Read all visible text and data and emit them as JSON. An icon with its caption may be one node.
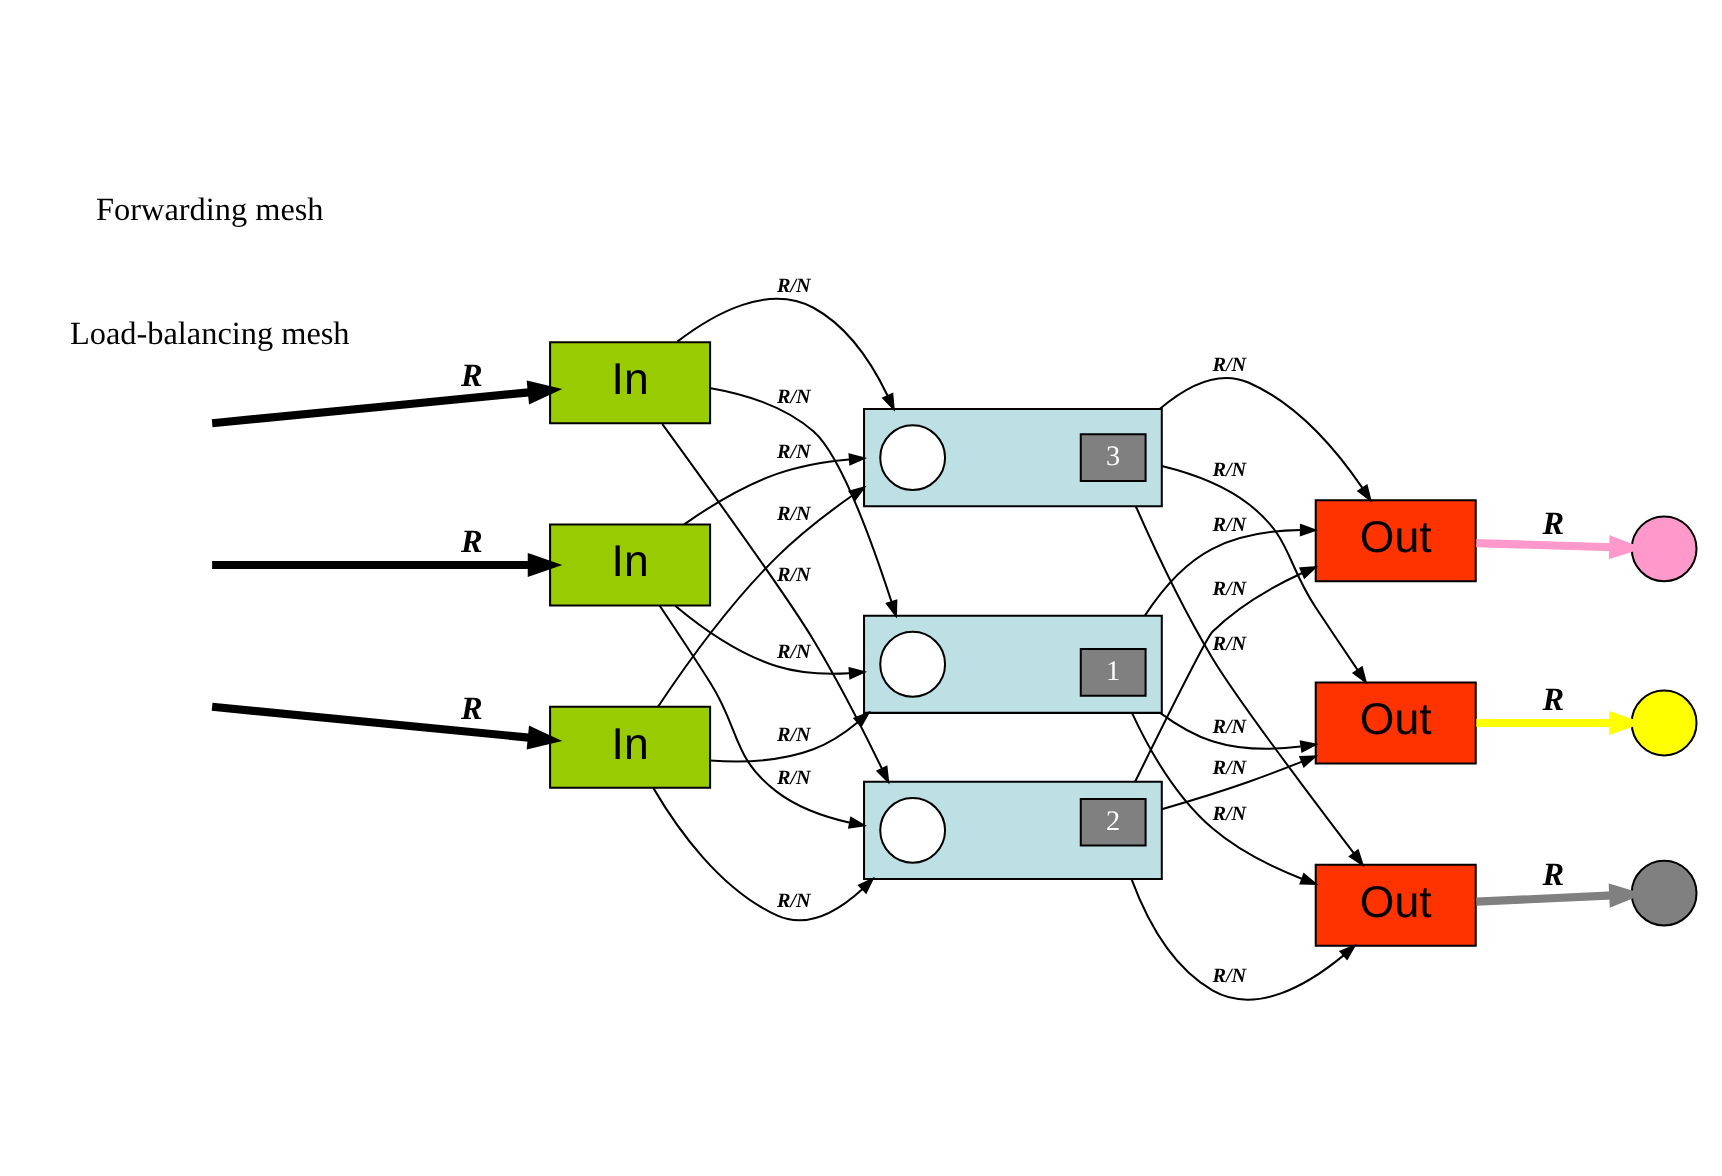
{
  "diagram": {
    "nodes": [
      {
        "text": [
          "In"
        ]
      },
      {
        "text": [],
        "shape": "box"
      },
      {
        "text": [],
        "shape": "circle",
        "in": 1
      },
      {
        "text": [
          "1"
        ],
        "in": 1
      },
      {
        "text": [
          "Out"
        ]
      },
      {
        "text": [],
        "shape": "circle"
      },
      {
        "text": [
          "In"
        ]
      },
      {
        "text": [],
        "shape": "box"
      },
      {
        "text": [],
        "shape": "circle",
        "in": 7
      },
      {
        "text": [
          "2"
        ],
        "in": 7
      },
      {
        "text": [
          "Out"
        ]
      },
      {
        "text": [],
        "shape": "circle"
      },
      {
        "text": [
          "In"
        ]
      },
      {
        "text": [],
        "shape": "box"
      },
      {
        "text": [],
        "shape": "circle",
        "in": 13
      },
      {
        "text": [
          "3"
        ],
        "in": 13
      },
      {
        "text": [
          "Out"
        ]
      },
      {
        "text": [],
        "shape": "circle"
      }
    ],
    "edges": [
      {
        "from": null,
        "to": 0,
        "arrow": "to",
        "label": "R",
        "style": "thick"
      },
      {
        "from": null,
        "to": 6,
        "arrow": "to",
        "label": "R",
        "style": "thick"
      },
      {
        "from": null,
        "to": 12,
        "arrow": "to",
        "label": "R",
        "style": "thick"
      },
      {
        "from": 0,
        "to": 1,
        "arrow": "to",
        "label": "R/N"
      },
      {
        "from": 0,
        "to": 7,
        "arrow": "to",
        "label": "R/N"
      },
      {
        "from": 0,
        "to": 13,
        "arrow": "to",
        "label": "R/N"
      },
      {
        "from": 6,
        "to": 1,
        "arrow": "to",
        "label": "R/N"
      },
      {
        "from": 6,
        "to": 7,
        "arrow": "to",
        "label": "R/N"
      },
      {
        "from": 6,
        "to": 13,
        "arrow": "to",
        "label": "R/N"
      },
      {
        "from": 12,
        "to": 1,
        "arrow": "to",
        "label": "R/N"
      },
      {
        "from": 12,
        "to": 7,
        "arrow": "to",
        "label": "R/N"
      },
      {
        "from": 12,
        "to": 13,
        "arrow": "to",
        "label": "R/N"
      },
      {
        "from": 1,
        "to": 4,
        "arrow": "to",
        "label": "R/N"
      },
      {
        "from": 1,
        "to": 10,
        "arrow": "to",
        "label": "R/N"
      },
      {
        "from": 1,
        "to": 16,
        "arrow": "to",
        "label": "R/N"
      },
      {
        "from": 7,
        "to": 4,
        "arrow": "to",
        "label": "R/N"
      },
      {
        "from": 7,
        "to": 10,
        "arrow": "to",
        "label": "R/N"
      },
      {
        "from": 7,
        "to": 16,
        "arrow": "to",
        "label": "R/N"
      },
      {
        "from": 13,
        "to": 4,
        "arrow": "to",
        "label": "R/N"
      },
      {
        "from": 13,
        "to": 10,
        "arrow": "to",
        "label": "R/N"
      },
      {
        "from": 13,
        "to": 16,
        "arrow": "to",
        "label": "R/N"
      },
      {
        "from": 4,
        "to": 5,
        "arrow": "to",
        "label": "R",
        "style": "thick",
        "color": "#ff99cc"
      },
      {
        "from": 10,
        "to": 11,
        "arrow": "to",
        "label": "R",
        "style": "thick",
        "color": "#ffff00"
      },
      {
        "from": 16,
        "to": 17,
        "arrow": "to",
        "label": "R",
        "style": "thick",
        "color": "#808080"
      }
    ],
    "labels": [
      "Load-balancing mesh",
      "Forwarding mesh"
    ]
  }
}
